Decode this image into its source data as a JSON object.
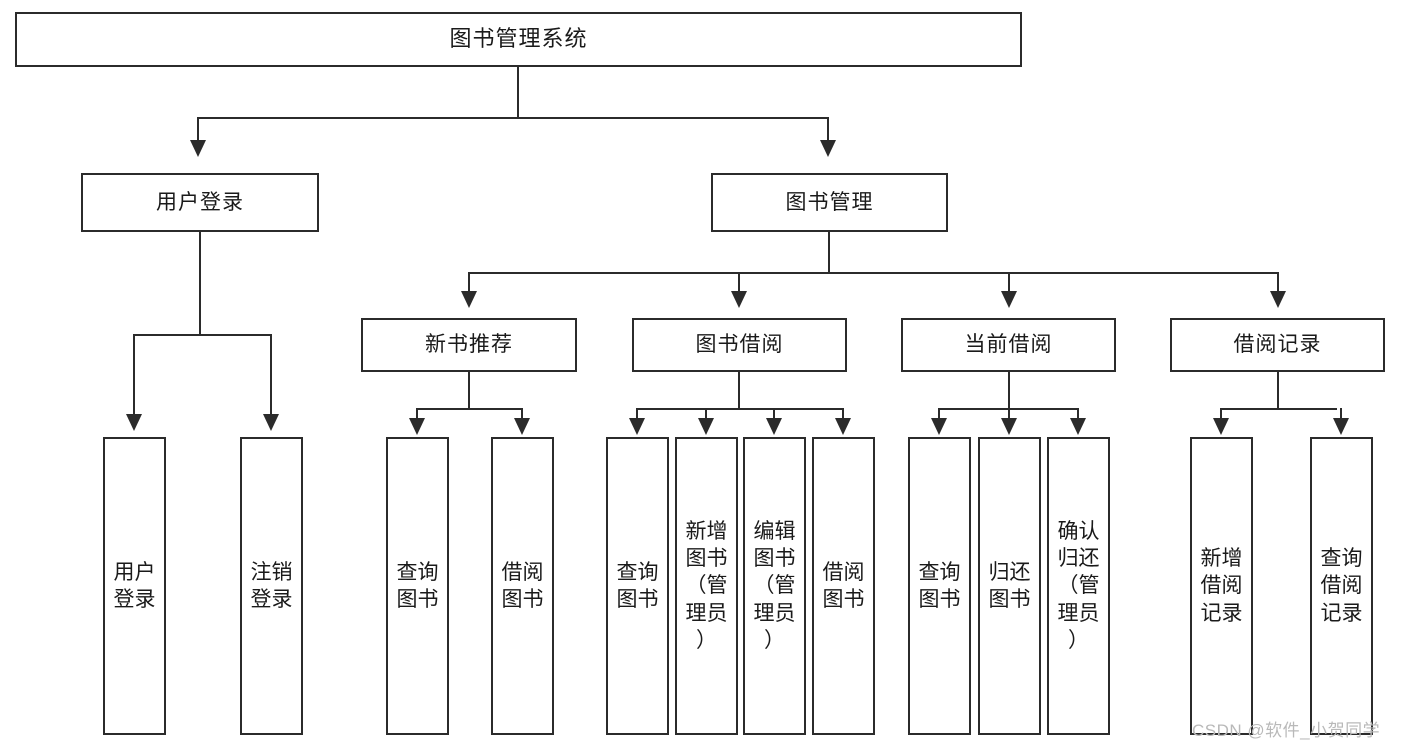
{
  "diagram": {
    "title": "图书管理系统",
    "type": "hierarchy-tree",
    "levels": 4
  },
  "nodes": {
    "root": {
      "label": "图书管理系统"
    },
    "level2": [
      {
        "id": "user-login",
        "label": "用户登录"
      },
      {
        "id": "book-management",
        "label": "图书管理"
      }
    ],
    "level3": [
      {
        "id": "new-book-recommend",
        "label": "新书推荐"
      },
      {
        "id": "book-borrow",
        "label": "图书借阅"
      },
      {
        "id": "current-borrow",
        "label": "当前借阅"
      },
      {
        "id": "borrow-record",
        "label": "借阅记录"
      }
    ],
    "leaves": {
      "user_login": [
        {
          "id": "leaf-user-login",
          "label": "用户\n登录"
        },
        {
          "id": "leaf-logout",
          "label": "注销\n登录"
        }
      ],
      "new_book_recommend": [
        {
          "id": "leaf-query-book-1",
          "label": "查询\n图书"
        },
        {
          "id": "leaf-borrow-book-1",
          "label": "借阅\n图书"
        }
      ],
      "book_borrow": [
        {
          "id": "leaf-query-book-2",
          "label": "查询\n图书"
        },
        {
          "id": "leaf-add-book",
          "label": "新增\n图书\n（管\n理员\n）"
        },
        {
          "id": "leaf-edit-book",
          "label": "编辑\n图书\n（管\n理员\n）"
        },
        {
          "id": "leaf-borrow-book-2",
          "label": "借阅\n图书"
        }
      ],
      "current_borrow": [
        {
          "id": "leaf-query-book-3",
          "label": "查询\n图书"
        },
        {
          "id": "leaf-return-book",
          "label": "归还\n图书"
        },
        {
          "id": "leaf-confirm-return",
          "label": "确认\n归还\n（管\n理员\n）"
        }
      ],
      "borrow_record": [
        {
          "id": "leaf-add-record",
          "label": "新增\n借阅\n记录"
        },
        {
          "id": "leaf-query-record",
          "label": "查询\n借阅\n记录"
        }
      ]
    }
  },
  "watermark": {
    "text": "CSDN @软件_小贺同学"
  },
  "colors": {
    "stroke": "#2b2b2b",
    "background": "#ffffff",
    "text": "#1a1a1a",
    "watermark": "#b9b9b9"
  }
}
